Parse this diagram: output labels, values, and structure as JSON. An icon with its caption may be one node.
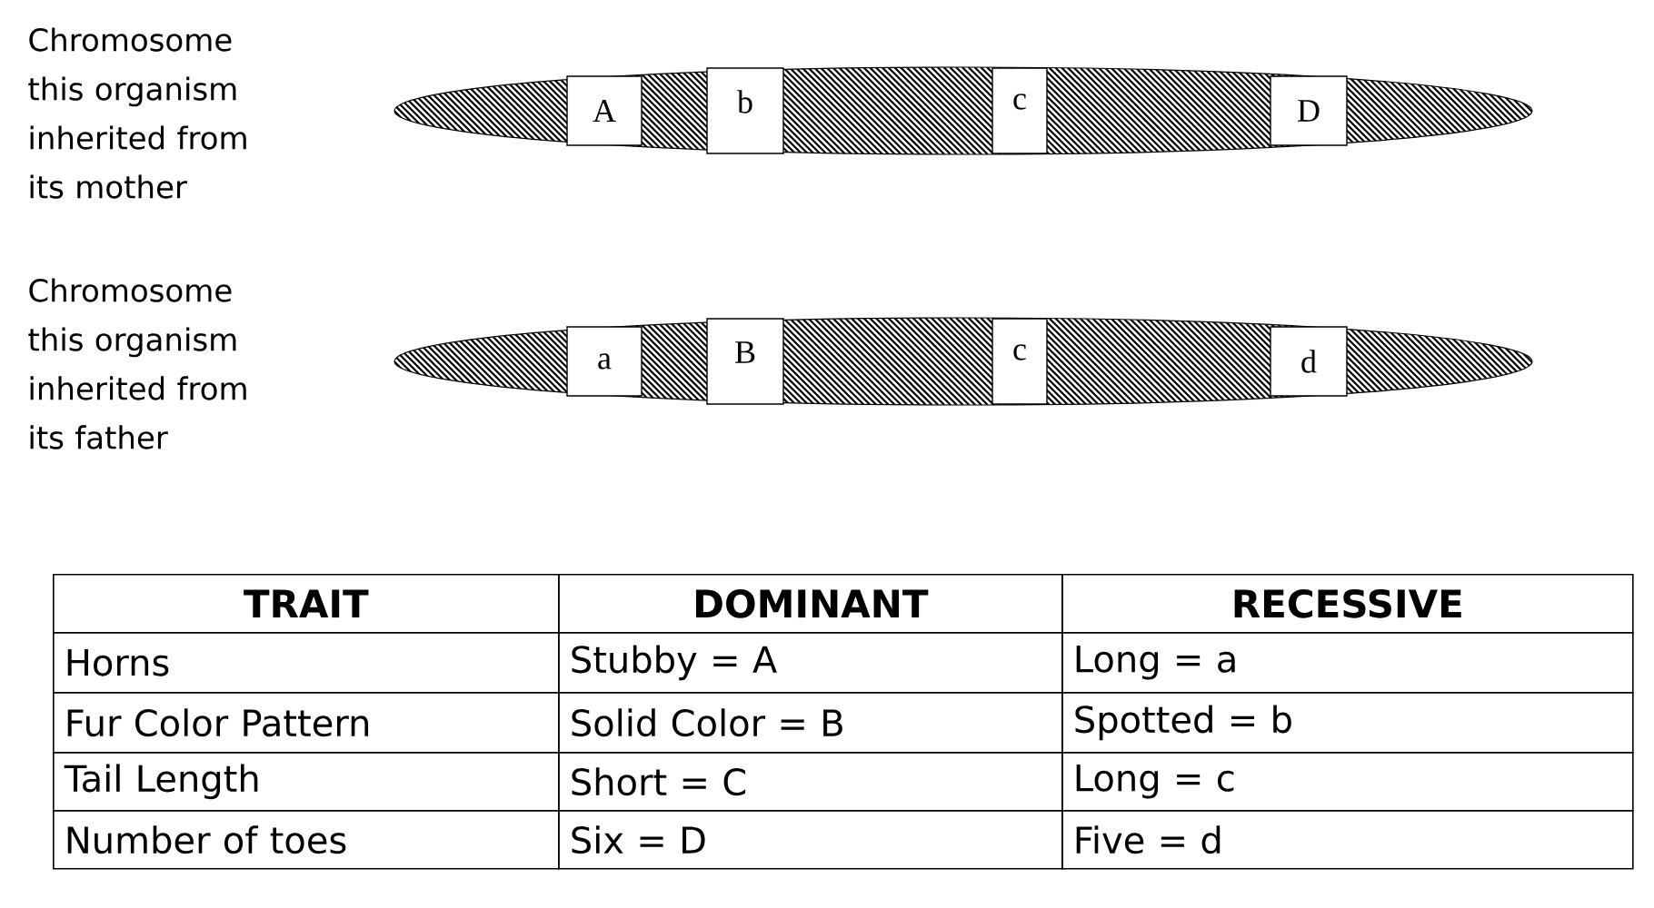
{
  "diagram": {
    "nodes": [
      {
        "text": [
          "Chromosome this organism inherited from its mother"
        ]
      },
      {
        "text": [
          "A"
        ],
        "in": 0
      },
      {
        "text": [
          "b"
        ],
        "in": 0
      },
      {
        "text": [
          "c"
        ],
        "in": 0
      },
      {
        "text": [
          "D"
        ],
        "in": 0
      },
      {
        "text": [
          "Chromosome this organism inherited from its father"
        ]
      },
      {
        "text": [
          "a"
        ],
        "in": 5
      },
      {
        "text": [
          "B"
        ],
        "in": 5
      },
      {
        "text": [
          "c"
        ],
        "in": 5
      },
      {
        "text": [
          "d"
        ],
        "in": 5
      }
    ],
    "labels": [
      "TRAIT",
      "DOMINANT",
      "RECESSIVE",
      "Horns",
      "Stubby = A",
      "Long = a",
      "Fur Color Pattern",
      "Solid Color = B",
      "Spotted = b",
      "Tail Length",
      "Short = C",
      "Long = c",
      "Number of toes",
      "Six = D",
      "Five = d"
    ]
  }
}
